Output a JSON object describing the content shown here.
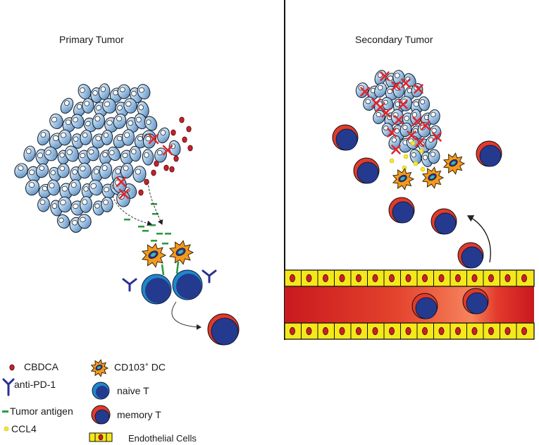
{
  "panels": {
    "left_title": "Primary Tumor",
    "right_title": "Secondary Tumor"
  },
  "legend": {
    "cbdca": "CBDCA",
    "anti_pd1": "anti-PD-1",
    "tumor_antigen": "Tumor antigen",
    "ccl4": "CCL4",
    "dc_prefix": "CD103",
    "dc_sup": "+",
    "dc_suffix": " DC",
    "naive_t": "naive T",
    "memory_t": "memory T",
    "endothelial": "Endothelial Cells"
  },
  "colors": {
    "tumor_cell": "#7fa8cf",
    "tumor_outline": "#1b2a3a",
    "cbdca": "#c8202a",
    "antibody": "#2b2f8f",
    "antigen": "#2e9a46",
    "ccl4": "#f2ea2a",
    "dc_body": "#f39a1e",
    "t_cell": "#243a8e",
    "memory_rim": "#e23a2a",
    "vessel": "#d42a2a",
    "endothelial": "#f5e81a",
    "kill_mark": "#e0262c"
  }
}
